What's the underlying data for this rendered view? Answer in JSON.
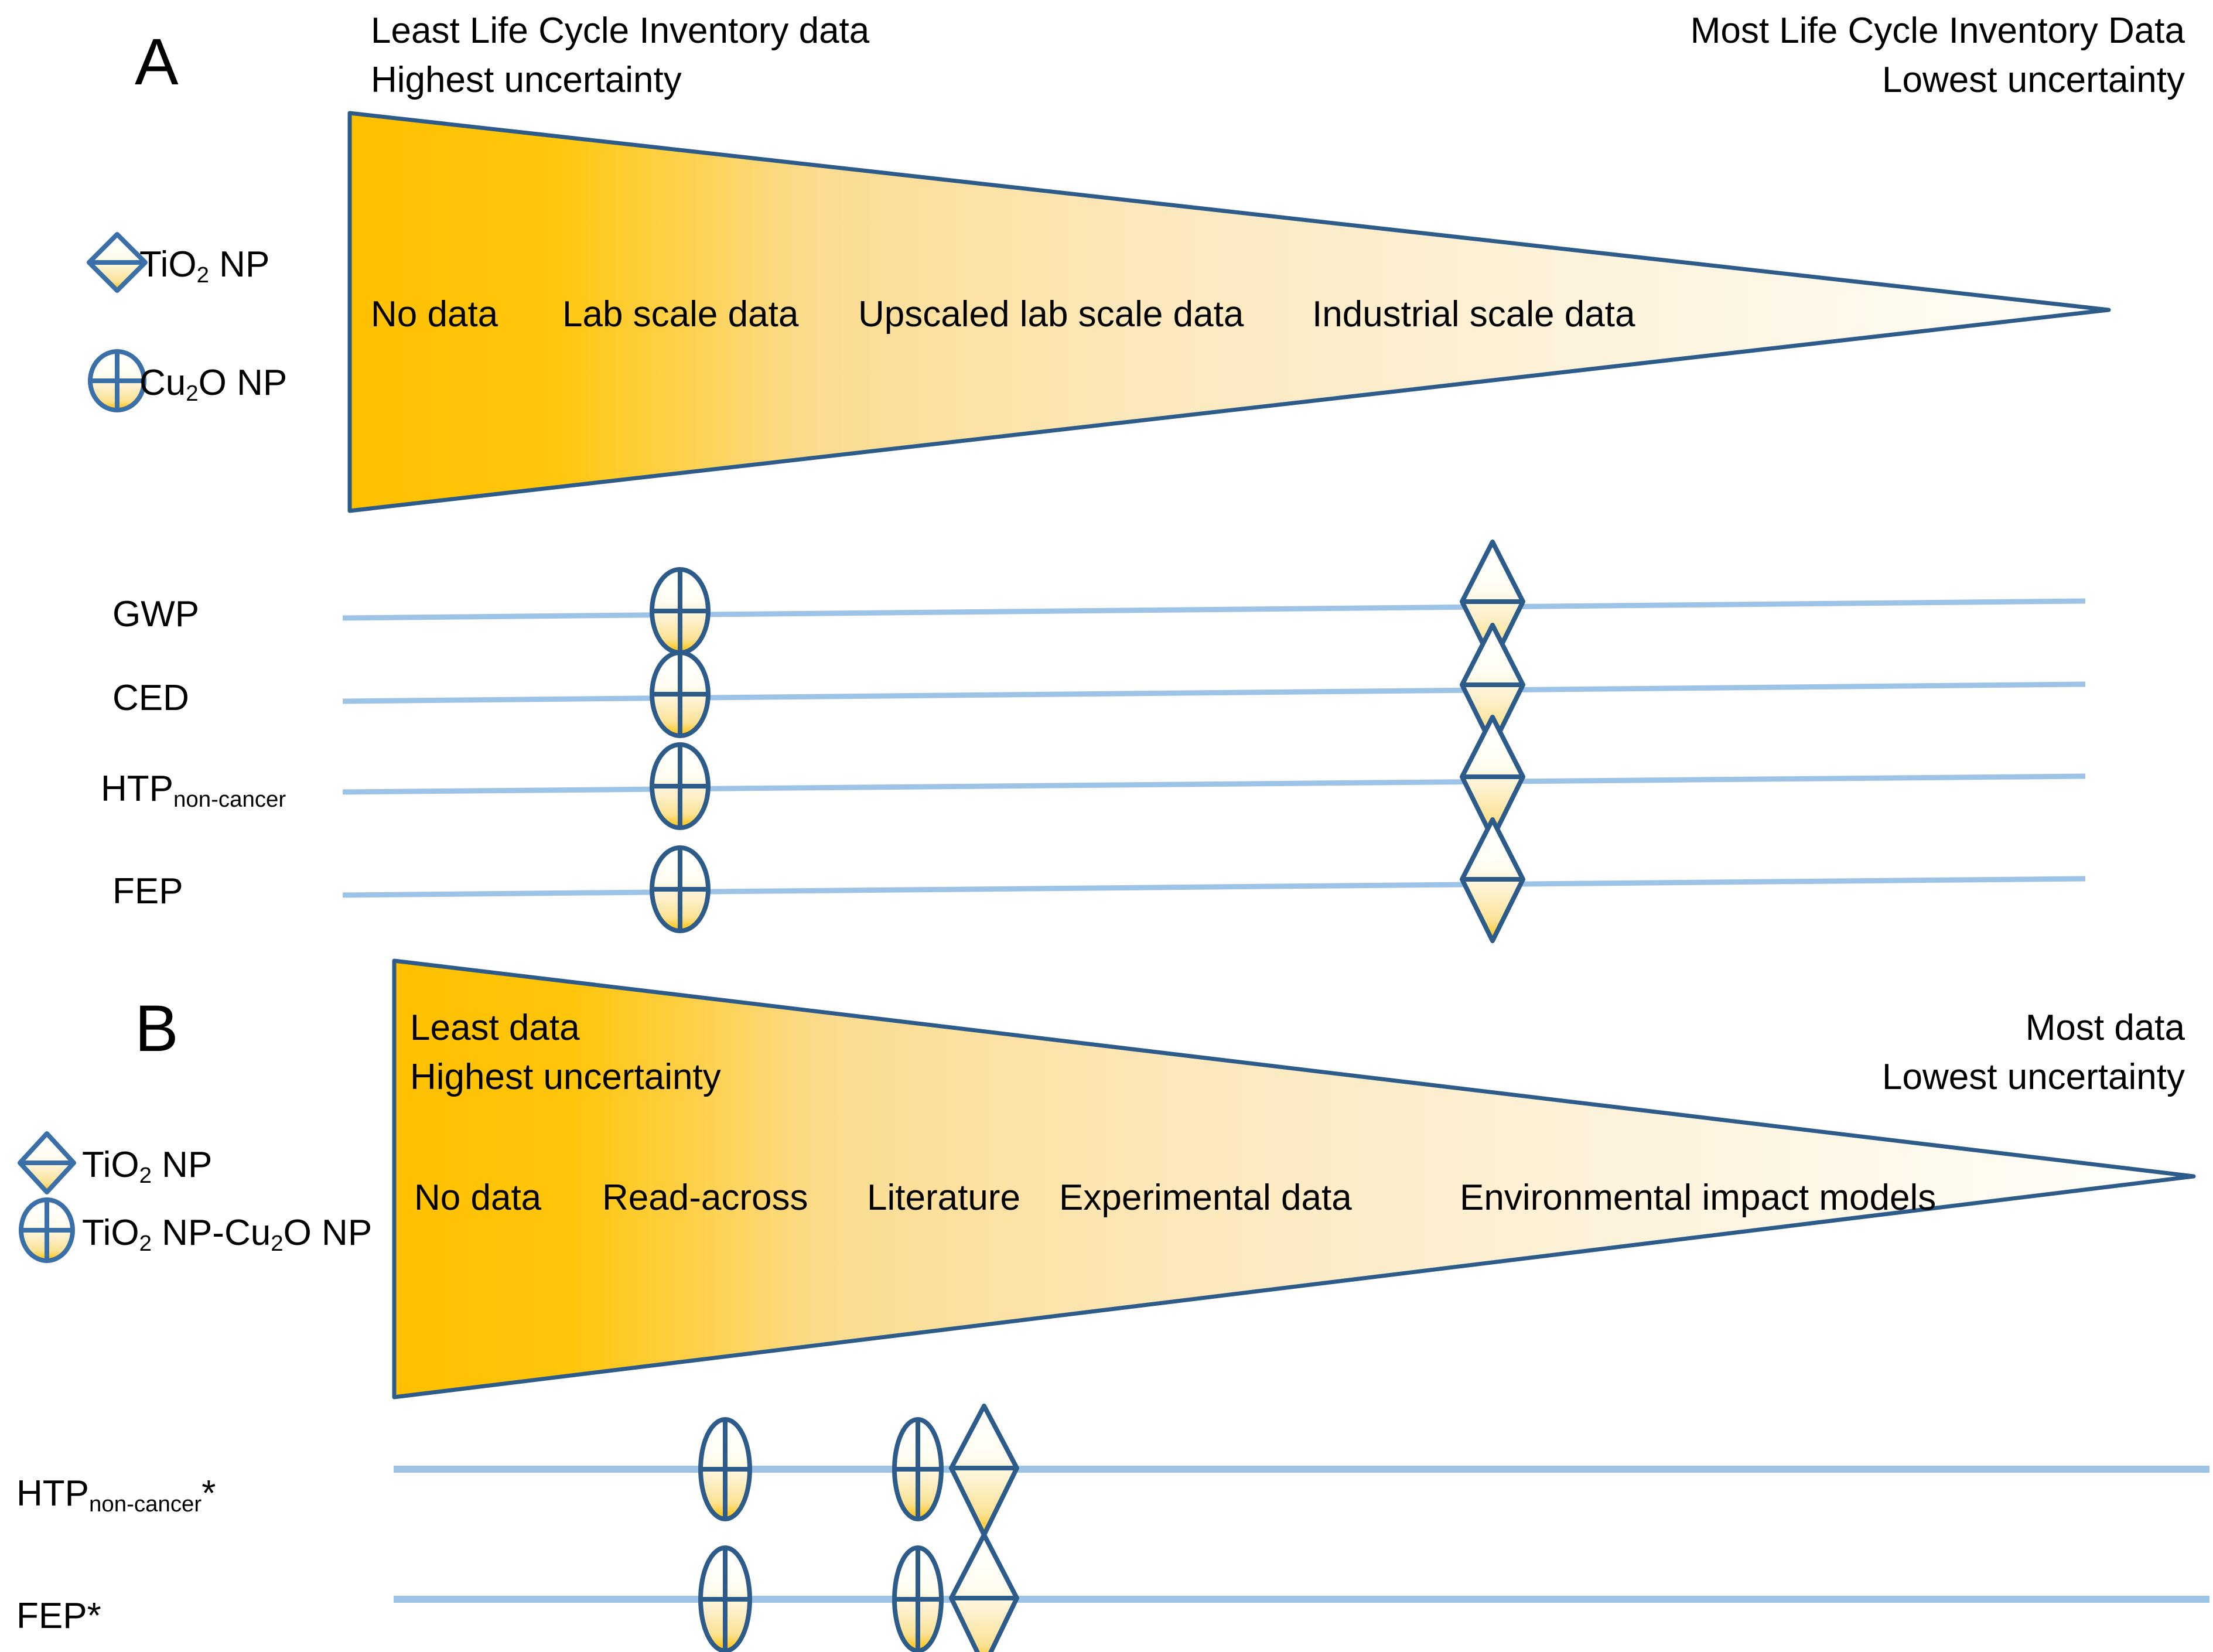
{
  "figure": {
    "panels": [
      {
        "id": "A",
        "letter": "A",
        "header_left": [
          "Least Life Cycle Inventory data",
          "Highest uncertainty"
        ],
        "header_right": [
          "Most Life Cycle Inventory Data",
          "Lowest uncertainty"
        ],
        "triangle_stage_labels": [
          "No data",
          "Lab scale data",
          "Upscaled lab scale data",
          "Industrial scale data"
        ],
        "legend": [
          {
            "marker": "diamond-marker",
            "label_html": "TiO<sub>2</sub> NP"
          },
          {
            "marker": "circle-cross-marker",
            "label_html": "Cu<sub>2</sub>O NP"
          }
        ],
        "rows": [
          {
            "label_html": "GWP",
            "markers": [
              {
                "type": "circle-cross-marker",
                "stage": "Lab scale data"
              },
              {
                "type": "diamond-marker",
                "stage": "Industrial scale data"
              }
            ]
          },
          {
            "label_html": "CED",
            "markers": [
              {
                "type": "circle-cross-marker",
                "stage": "Lab scale data"
              },
              {
                "type": "diamond-marker",
                "stage": "Industrial scale data"
              }
            ]
          },
          {
            "label_html": "HTP<sub>non-cancer</sub>",
            "markers": [
              {
                "type": "circle-cross-marker",
                "stage": "Lab scale data"
              },
              {
                "type": "diamond-marker",
                "stage": "Industrial scale data"
              }
            ]
          },
          {
            "label_html": "FEP",
            "markers": [
              {
                "type": "circle-cross-marker",
                "stage": "Lab scale data"
              },
              {
                "type": "diamond-marker",
                "stage": "Industrial scale data"
              }
            ]
          }
        ]
      },
      {
        "id": "B",
        "letter": "B",
        "header_inside": [
          "Least data",
          "Highest uncertainty"
        ],
        "header_right": [
          "Most data",
          "Lowest uncertainty"
        ],
        "triangle_stage_labels": [
          "No data",
          "Read-across",
          "Literature",
          "Experimental data",
          "Environmental impact models"
        ],
        "legend": [
          {
            "marker": "diamond-marker",
            "label_html": "TiO<sub>2</sub> NP"
          },
          {
            "marker": "circle-cross-marker",
            "label_html": "TiO<sub>2</sub> NP-Cu<sub>2</sub>O NP"
          }
        ],
        "rows": [
          {
            "label_html": "HTP<sub>non-cancer</sub>",
            "star": "*",
            "markers": [
              {
                "type": "circle-cross-marker",
                "stage": "Read-across"
              },
              {
                "type": "circle-cross-marker",
                "stage": "Literature"
              },
              {
                "type": "diamond-marker",
                "stage": "Literature"
              }
            ]
          },
          {
            "label_html": "FEP",
            "star": "*",
            "markers": [
              {
                "type": "circle-cross-marker",
                "stage": "Read-across"
              },
              {
                "type": "circle-cross-marker",
                "stage": "Literature"
              },
              {
                "type": "diamond-marker",
                "stage": "Literature"
              }
            ]
          }
        ]
      }
    ],
    "colors": {
      "gradient_start": "#FFC000",
      "gradient_mid": "#FDE9B8",
      "gradient_end": "#FFFDF6",
      "outline_blue": "#2E5C8A",
      "line_blue": "#9DC3E6",
      "marker_fill_top": "#FFFFFF",
      "marker_fill_bottom": "#FFC000",
      "text_black": "#000000"
    }
  }
}
